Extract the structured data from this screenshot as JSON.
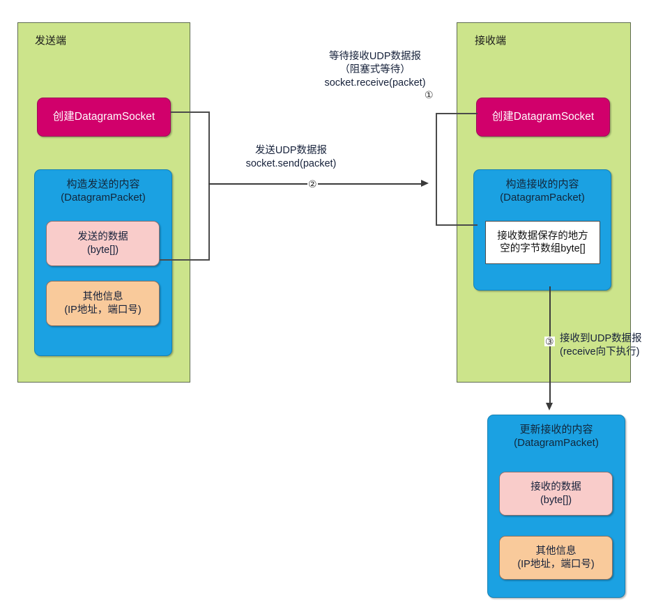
{
  "diagram": {
    "title_sender": "发送端",
    "title_receiver": "接收端"
  },
  "sender": {
    "socket_box": "创建DatagramSocket",
    "packet_box": {
      "line1": "构造发送的内容",
      "line2": "(DatagramPacket)"
    },
    "data_box": {
      "line1": "发送的数据",
      "line2": "(byte[])"
    },
    "other_box": {
      "line1": "其他信息",
      "line2": "(IP地址，端口号)"
    }
  },
  "receiver": {
    "socket_box": "创建DatagramSocket",
    "packet_box": {
      "line1": "构造接收的内容",
      "line2": "(DatagramPacket)"
    },
    "buffer_box": {
      "line1": "接收数据保存的地方",
      "line2": "空的字节数组byte[]"
    },
    "update_box": {
      "line1": "更新接收的内容",
      "line2": "(DatagramPacket)"
    },
    "recv_data_box": {
      "line1": "接收的数据",
      "line2": "(byte[])"
    },
    "other_box": {
      "line1": "其他信息",
      "line2": "(IP地址，端口号)"
    }
  },
  "annotations": {
    "receive_wait": {
      "line1": "等待接收UDP数据报",
      "line2": "（阻塞式等待）",
      "line3": "socket.receive(packet)",
      "marker": "①"
    },
    "send_packet": {
      "line1": "发送UDP数据报",
      "line2": "socket.send(packet)",
      "marker": "②"
    },
    "received_packet": {
      "marker": "③",
      "line1": "接收到UDP数据报",
      "line2": "(receive向下执行)"
    }
  },
  "colors": {
    "panel_green": "#cce48b",
    "box_magenta": "#d1006b",
    "box_blue": "#1ba1e2",
    "box_pink": "#f9ccca",
    "box_orange": "#f9ca9b",
    "line_gray": "#4a4a4a"
  }
}
